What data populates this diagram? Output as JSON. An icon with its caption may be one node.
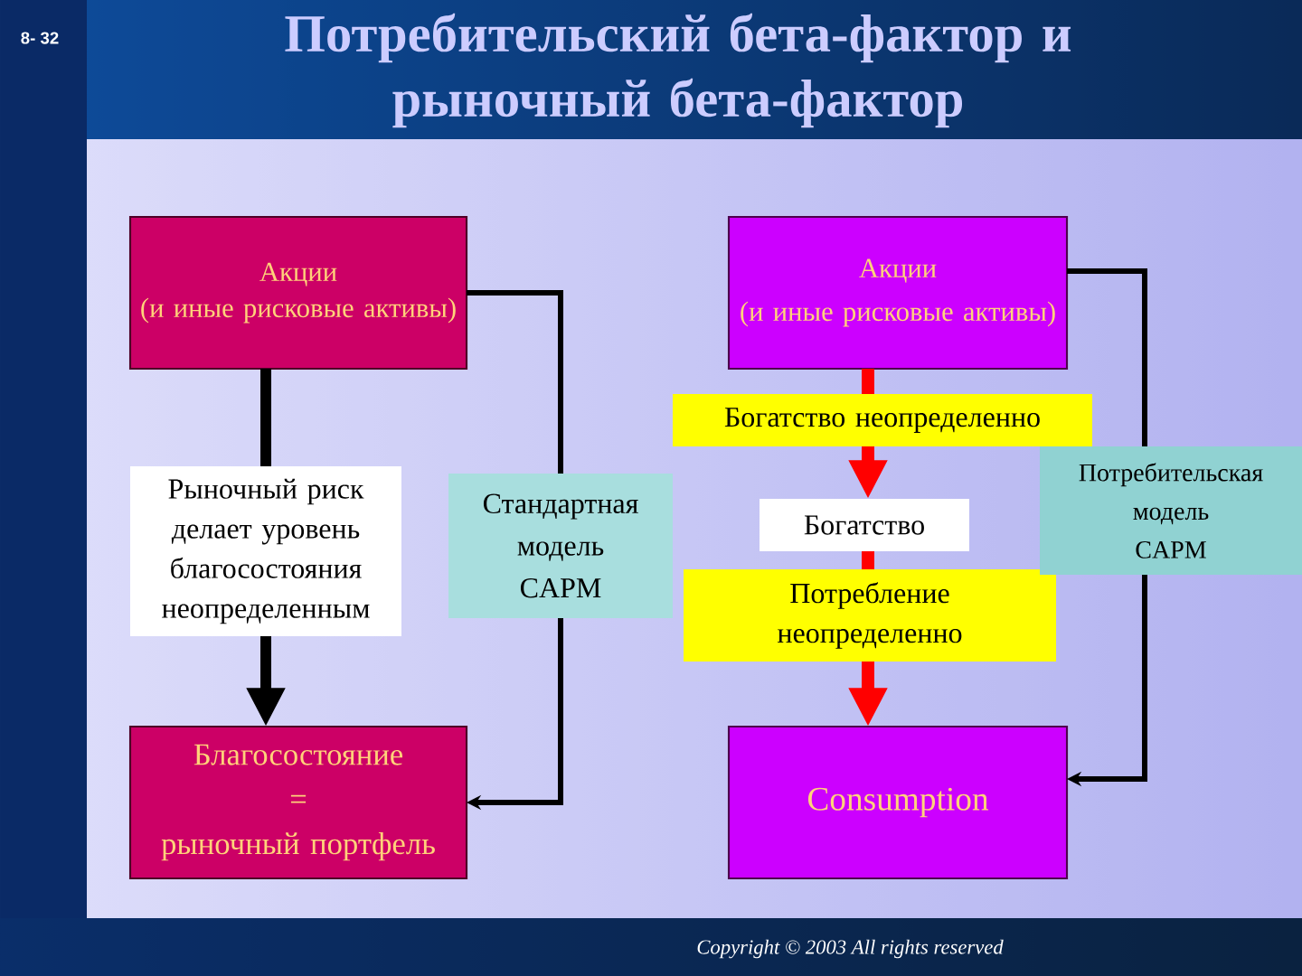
{
  "diagram": {
    "title": "Потребительский бета-фактор и рыночный бета-фактор",
    "nodes": [
      {
        "text": [
          "Акции (и иные рисковые активы)"
        ]
      },
      {
        "text": [
          "Акции (и иные рисковые активы)"
        ]
      },
      {
        "text": [
          "Богатство неопределенно"
        ]
      },
      {
        "text": [
          "Рыночный риск делает уровень благосостояния неопределенным"
        ]
      },
      {
        "text": [
          "Стандартная модель CAPM"
        ]
      },
      {
        "text": [
          "Богатство"
        ]
      },
      {
        "text": [
          "Потребление неопределенно"
        ]
      },
      {
        "text": [
          "Потребительская модель CAPM"
        ]
      },
      {
        "text": [
          "Благосостояние = рыночный портфель"
        ]
      },
      {
        "text": [
          "Consumption"
        ]
      }
    ],
    "edges": [
      {
        "from": 0,
        "to": 3,
        "arrow": "none"
      },
      {
        "from": 3,
        "to": 8,
        "arrow": "to"
      },
      {
        "from": 0,
        "to": 4,
        "arrow": "none"
      },
      {
        "from": 4,
        "to": 8,
        "arrow": "to"
      },
      {
        "from": 1,
        "to": 2,
        "arrow": "none",
        "color": "#ff0000"
      },
      {
        "from": 2,
        "to": 5,
        "arrow": "to",
        "color": "#ff0000"
      },
      {
        "from": 5,
        "to": 6,
        "arrow": "none",
        "color": "#ff0000"
      },
      {
        "from": 6,
        "to": 9,
        "arrow": "to",
        "color": "#ff0000"
      },
      {
        "from": 1,
        "to": 7,
        "arrow": "none"
      },
      {
        "from": 7,
        "to": 9,
        "arrow": "to"
      }
    ],
    "labels": [
      "8- 32",
      "Copyright © 2003 All rights reserved"
    ]
  }
}
